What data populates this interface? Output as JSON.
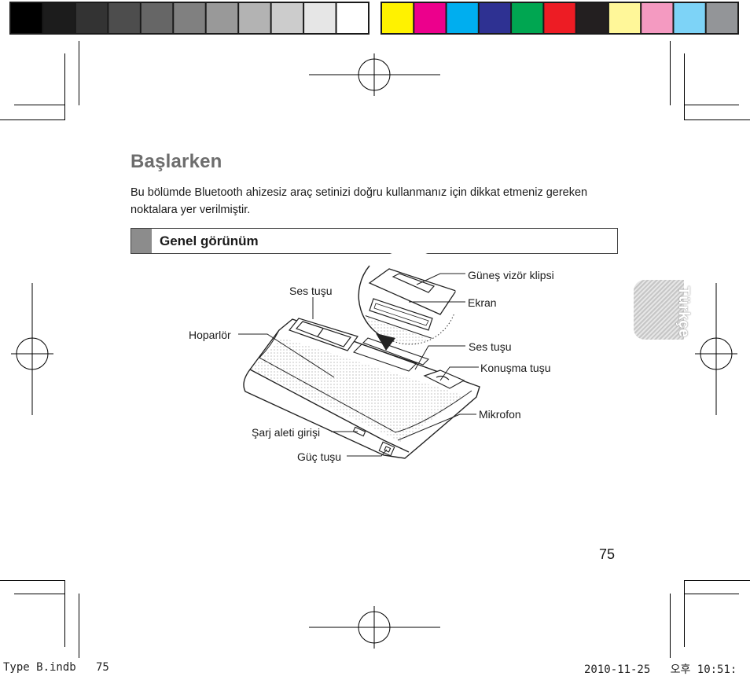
{
  "colors": {
    "swatches_gray": [
      "#000000",
      "#1c1c1c",
      "#333333",
      "#4d4d4d",
      "#666666",
      "#808080",
      "#999999",
      "#b3b3b3",
      "#cccccc",
      "#e6e6e6",
      "#ffffff"
    ],
    "swatches_color": [
      "#fff200",
      "#ec008c",
      "#00aeef",
      "#2e3192",
      "#00a651",
      "#ed1c24",
      "#231f20",
      "#fff799",
      "#f49ac1",
      "#7dd3f7",
      "#939598"
    ],
    "title": "#6d6d6d",
    "section_tab": "#8c8c8c"
  },
  "page": {
    "title": "Başlarken",
    "intro": "Bu bölümde Bluetooth ahizesiz araç setinizi doğru kullanmanız için dikkat etmeniz gereken noktalara yer verilmiştir.",
    "section_title": "Genel görünüm",
    "side_tab": "Türkçe",
    "page_number": "75"
  },
  "diagram": {
    "labels": {
      "sun_visor_clip": "Güneş vizör klipsi",
      "screen": "Ekran",
      "volume_key_top": "Ses tuşu",
      "speaker": "Hoparlör",
      "volume_key_right": "Ses tuşu",
      "talk_key": "Konuşma tuşu",
      "microphone": "Mikrofon",
      "charger_jack": "Şarj aleti girişi",
      "power_key": "Güç tuşu"
    }
  },
  "footer": {
    "file": "Type B.indb   75",
    "date": "2010-11-25   오후 10:51:"
  }
}
